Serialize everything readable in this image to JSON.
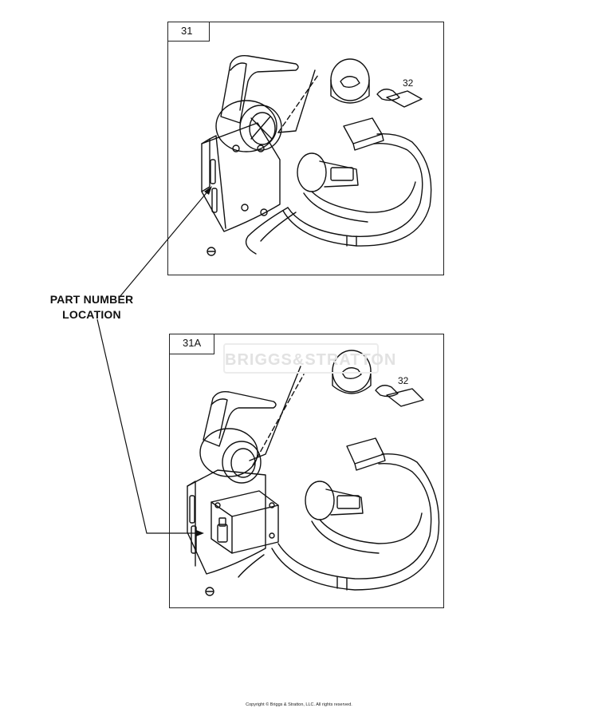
{
  "figures": [
    {
      "id": "31",
      "tag": "31",
      "subpart_label": "32"
    },
    {
      "id": "31a",
      "tag": "31A",
      "subpart_label": "32"
    }
  ],
  "callout": {
    "line1": "PART NUMBER",
    "line2": "LOCATION"
  },
  "watermark": "BRIGGS&STRATTON",
  "footer": {
    "copyright": "Copyright © Briggs & Stratton, LLC. All rights reserved."
  },
  "colors": {
    "ink": "#111111",
    "panel_border": "#222222",
    "watermark": "#e2e2e2"
  }
}
